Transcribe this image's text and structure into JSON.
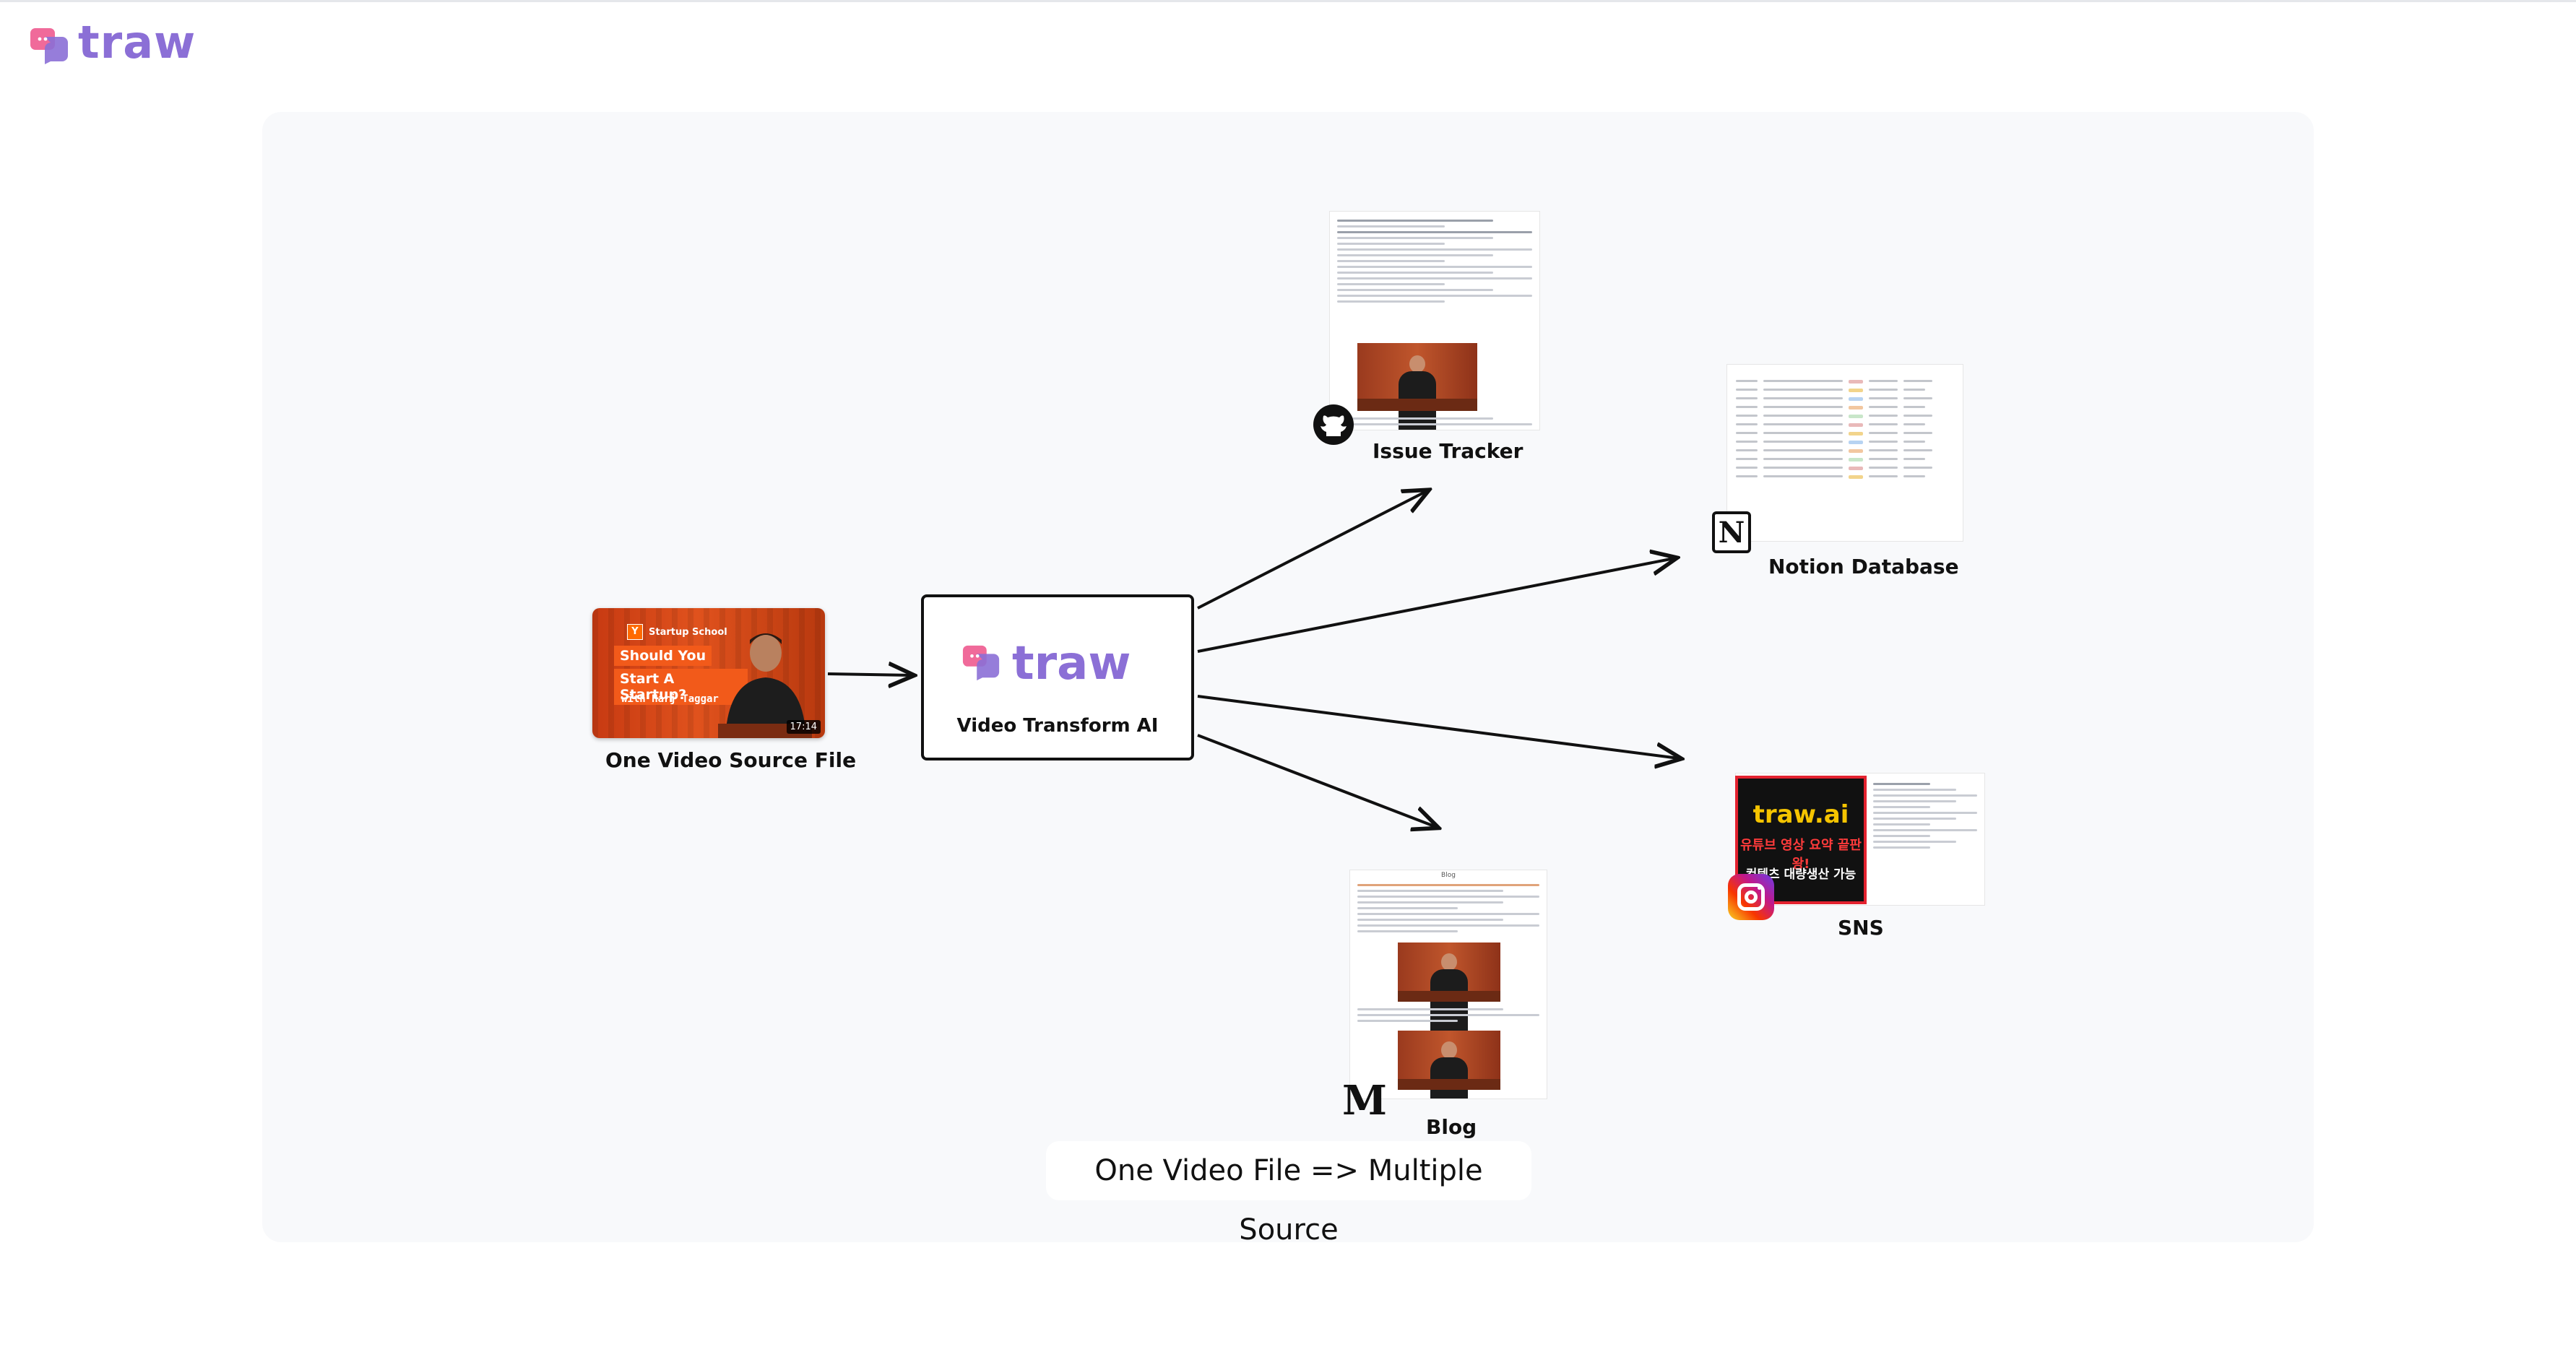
{
  "brand": {
    "name": "traw"
  },
  "source": {
    "label": "One Video Source File",
    "thumbnail": {
      "channel": "Startup School",
      "title_line1": "Should You",
      "title_line2": "Start A Startup?",
      "byline": "with Harj Taggar",
      "duration": "17:14"
    }
  },
  "transformer": {
    "brand": "traw",
    "label": "Video Transform AI"
  },
  "outputs": {
    "issue_tracker": {
      "label": "Issue Tracker",
      "icon": "github-icon"
    },
    "notion": {
      "label": "Notion Database",
      "icon": "notion-icon"
    },
    "sns": {
      "label": "SNS",
      "icon": "instagram-icon",
      "post_title": "traw.ai",
      "post_line2": "유튜브 영상 요약 끝판왕!",
      "post_line3": "컨텐츠 대량생산 가능"
    },
    "blog": {
      "label": "Blog",
      "icon": "medium-icon",
      "header": "Blog"
    }
  },
  "caption": "One Video File => Multiple Source",
  "colors": {
    "brand_purple": "#8b6fd6",
    "brand_pink": "#f06a9a",
    "canvas_bg": "#f8f9fb"
  }
}
